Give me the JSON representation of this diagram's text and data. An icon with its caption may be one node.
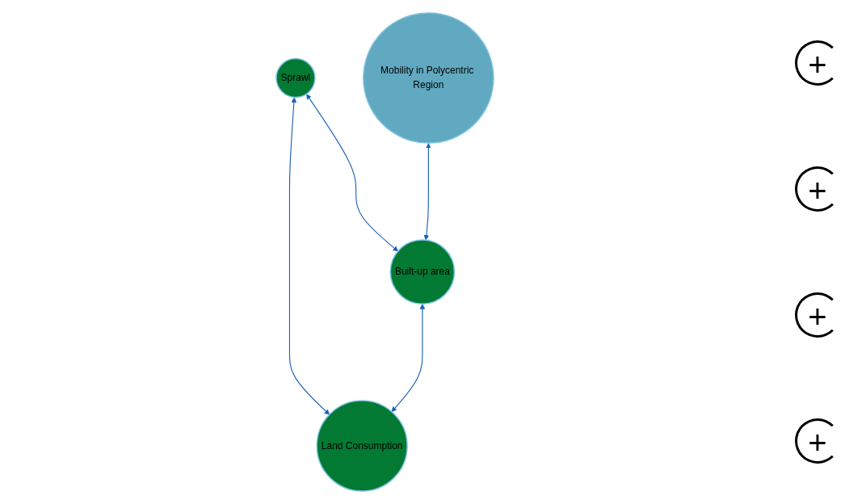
{
  "diagram": {
    "nodes": [
      {
        "text": [
          "Sprawl"
        ]
      },
      {
        "text": [
          "Mobility in Polycentric Region"
        ]
      },
      {
        "text": [
          "Built-up area"
        ]
      },
      {
        "text": [
          "Land Consumption"
        ]
      }
    ],
    "edges": [
      {
        "from": 0,
        "to": 2,
        "arrow": "both"
      },
      {
        "from": 0,
        "to": 3,
        "arrow": "both"
      },
      {
        "from": 2,
        "to": 3,
        "arrow": "both"
      },
      {
        "from": 1,
        "to": 2,
        "arrow": "both"
      }
    ],
    "labels": [
      "+",
      "+",
      "+",
      "+"
    ]
  }
}
